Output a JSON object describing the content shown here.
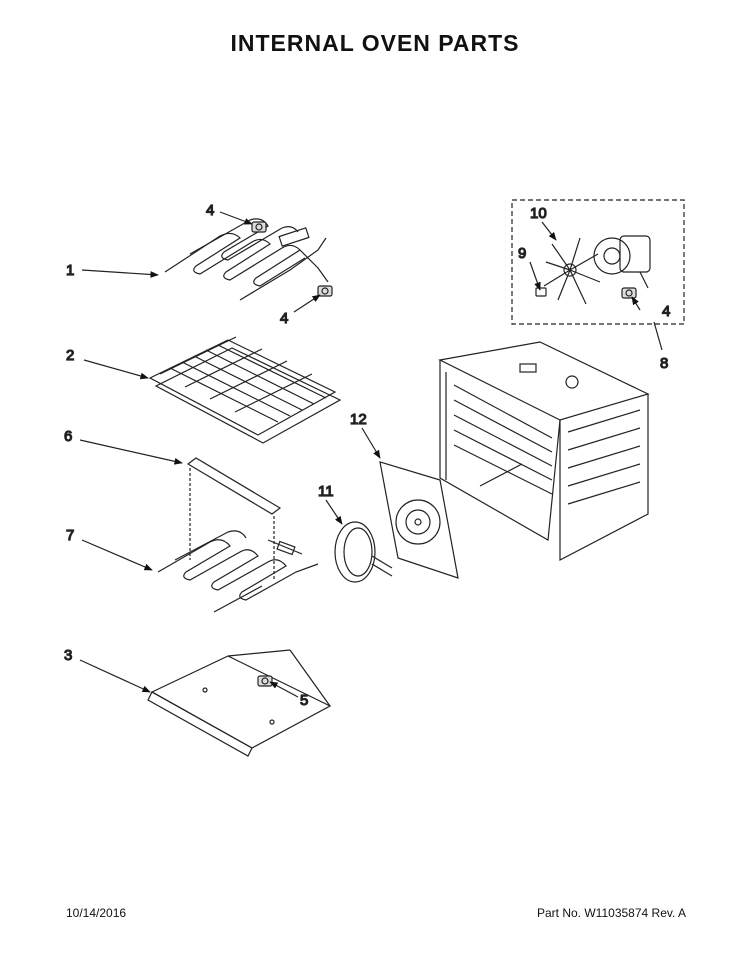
{
  "title": "INTERNAL OVEN PARTS",
  "callouts": {
    "c1": "1",
    "c2": "2",
    "c3": "3",
    "c4a": "4",
    "c4b": "4",
    "c4c": "4",
    "c5": "5",
    "c6": "6",
    "c7": "7",
    "c8": "8",
    "c9": "9",
    "c10": "10",
    "c11": "11",
    "c12": "12"
  },
  "footer": {
    "date": "10/14/2016",
    "part_label": "Part No.",
    "part_number": "W11035874",
    "revision": "Rev. A"
  }
}
